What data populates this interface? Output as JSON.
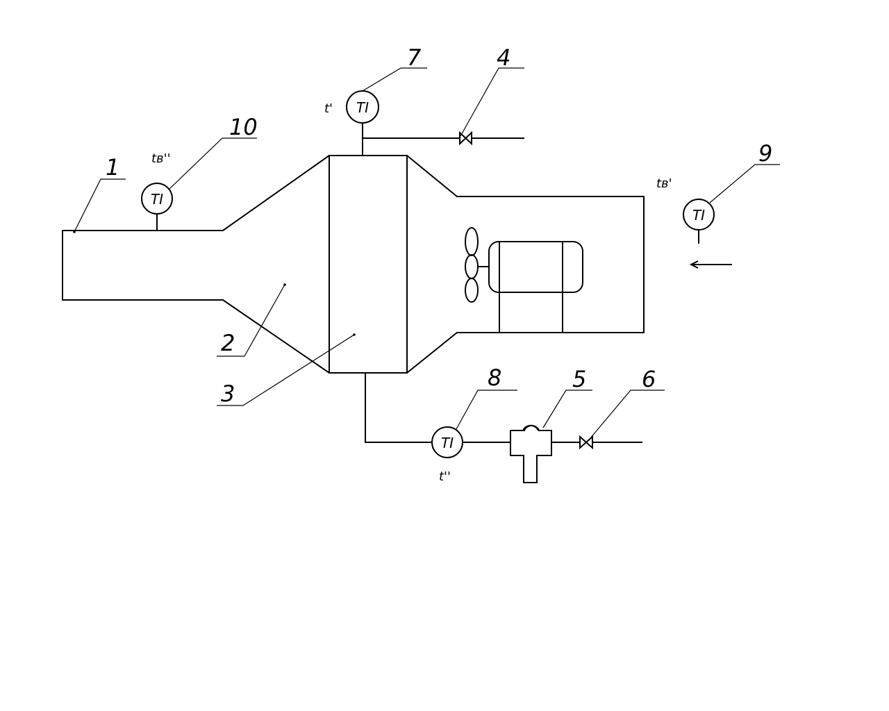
{
  "instrument_label": "TI",
  "callouts": {
    "c1": "1",
    "c2": "2",
    "c3": "3",
    "c4": "4",
    "c5": "5",
    "c6": "6",
    "c7": "7",
    "c8": "8",
    "c9": "9",
    "c10": "10"
  },
  "temperature_labels": {
    "t_in": "t'",
    "t_out": "t''",
    "tv_out": "tв''",
    "tv_in": "tв'"
  }
}
